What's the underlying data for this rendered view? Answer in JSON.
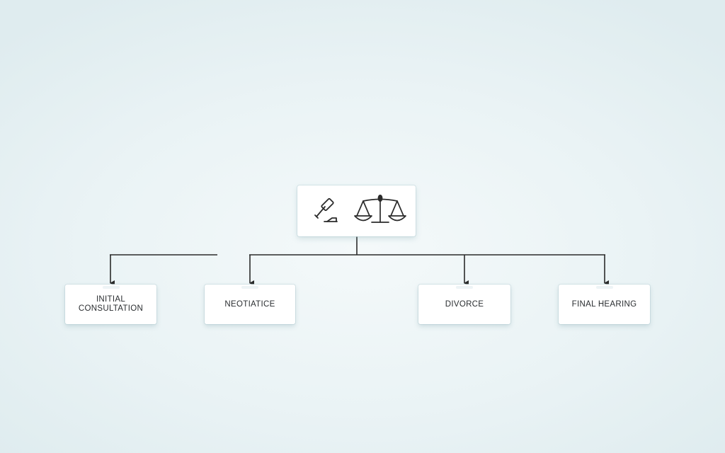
{
  "diagram": {
    "root": {
      "icons": [
        "gavel-icon",
        "scales-of-justice-icon"
      ]
    },
    "nodes": [
      {
        "label": "INITIAL\nCONSULTATION"
      },
      {
        "label": "NEOTIATICE"
      },
      {
        "label": "DIVORCE"
      },
      {
        "label": "FINAL HEARING"
      }
    ]
  },
  "colors": {
    "background": "#e8f2f4",
    "node_fill": "#ffffff",
    "connector": "#2b2b2b"
  }
}
